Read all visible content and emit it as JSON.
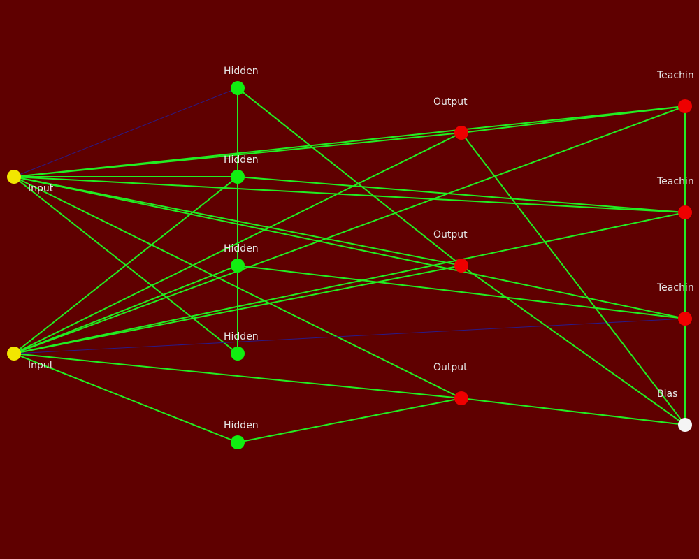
{
  "colors": {
    "background": "#5f0000",
    "edge_strong": "#22ee22",
    "edge_weak": "#2a1a8a",
    "label": "#e6e6e6",
    "input": "#f2e600",
    "hidden": "#11ee11",
    "output": "#ee0000",
    "teaching": "#ee0000",
    "bias": "#f4f4f4"
  },
  "nodes": [
    {
      "id": "in1",
      "type": "input",
      "label": "Input"
    },
    {
      "id": "in2",
      "type": "input",
      "label": "Input"
    },
    {
      "id": "h1",
      "type": "hidden",
      "label": "Hidden"
    },
    {
      "id": "h2",
      "type": "hidden",
      "label": "Hidden"
    },
    {
      "id": "h3",
      "type": "hidden",
      "label": "Hidden"
    },
    {
      "id": "h4",
      "type": "hidden",
      "label": "Hidden"
    },
    {
      "id": "h5",
      "type": "hidden",
      "label": "Hidden"
    },
    {
      "id": "o1",
      "type": "output",
      "label": "Output"
    },
    {
      "id": "o2",
      "type": "output",
      "label": "Output"
    },
    {
      "id": "o3",
      "type": "output",
      "label": "Output"
    },
    {
      "id": "t1",
      "type": "teaching",
      "label": "Teachin"
    },
    {
      "id": "t2",
      "type": "teaching",
      "label": "Teachin"
    },
    {
      "id": "t3",
      "type": "teaching",
      "label": "Teachin"
    },
    {
      "id": "bias",
      "type": "bias",
      "label": "Bias"
    }
  ],
  "edges": [
    {
      "from": "in1",
      "to": "h1",
      "strength": "weak"
    },
    {
      "from": "in1",
      "to": "h2",
      "strength": "strong"
    },
    {
      "from": "in1",
      "to": "h4",
      "strength": "strong"
    },
    {
      "from": "in1",
      "to": "o1",
      "strength": "strong"
    },
    {
      "from": "in1",
      "to": "o2",
      "strength": "strong"
    },
    {
      "from": "in1",
      "to": "o3",
      "strength": "strong"
    },
    {
      "from": "in1",
      "to": "t1",
      "strength": "strong"
    },
    {
      "from": "in1",
      "to": "t2",
      "strength": "strong"
    },
    {
      "from": "in1",
      "to": "t3",
      "strength": "strong"
    },
    {
      "from": "in2",
      "to": "h2",
      "strength": "strong"
    },
    {
      "from": "in2",
      "to": "h3",
      "strength": "strong"
    },
    {
      "from": "in2",
      "to": "h5",
      "strength": "strong"
    },
    {
      "from": "in2",
      "to": "o1",
      "strength": "strong"
    },
    {
      "from": "in2",
      "to": "o2",
      "strength": "strong"
    },
    {
      "from": "in2",
      "to": "o3",
      "strength": "strong"
    },
    {
      "from": "in2",
      "to": "t1",
      "strength": "strong"
    },
    {
      "from": "in2",
      "to": "t2",
      "strength": "strong"
    },
    {
      "from": "in2",
      "to": "t3",
      "strength": "weak"
    },
    {
      "from": "h1",
      "to": "h4",
      "strength": "strong"
    },
    {
      "from": "h1",
      "to": "o2",
      "strength": "strong"
    },
    {
      "from": "h2",
      "to": "t2",
      "strength": "strong"
    },
    {
      "from": "h3",
      "to": "t3",
      "strength": "strong"
    },
    {
      "from": "h5",
      "to": "o3",
      "strength": "strong"
    },
    {
      "from": "o1",
      "to": "t1",
      "strength": "strong"
    },
    {
      "from": "o1",
      "to": "bias",
      "strength": "strong"
    },
    {
      "from": "o2",
      "to": "bias",
      "strength": "strong"
    },
    {
      "from": "o3",
      "to": "bias",
      "strength": "strong"
    },
    {
      "from": "t1",
      "to": "bias",
      "strength": "strong"
    }
  ]
}
